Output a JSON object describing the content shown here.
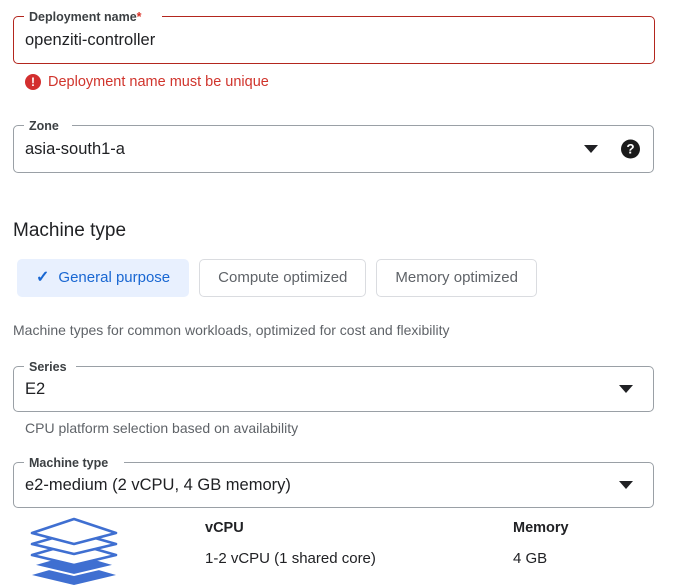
{
  "deployment_name": {
    "label": "Deployment name",
    "required_marker": "*",
    "value": "openziti-controller",
    "error": "Deployment name must be unique",
    "error_icon": "error-exclamation-icon"
  },
  "zone": {
    "label": "Zone",
    "value": "asia-south1-a",
    "caret_icon": "chevron-down-icon",
    "help_icon": "help-question-icon",
    "help_glyph": "?"
  },
  "machine_type_section": {
    "title": "Machine type",
    "tabs": [
      {
        "label": "General purpose",
        "selected": true,
        "check_icon": "check-icon",
        "check_glyph": "✓"
      },
      {
        "label": "Compute optimized",
        "selected": false
      },
      {
        "label": "Memory optimized",
        "selected": false
      }
    ],
    "tabs_helper": "Machine types for common workloads, optimized for cost and flexibility"
  },
  "series": {
    "label": "Series",
    "value": "E2",
    "caret_icon": "chevron-down-icon",
    "helper": "CPU platform selection based on availability"
  },
  "machine_type": {
    "label": "Machine type",
    "value": "e2-medium (2 vCPU, 4 GB memory)",
    "caret_icon": "chevron-down-icon"
  },
  "specs": {
    "icon": "machine-stack-icon",
    "columns": [
      {
        "header": "vCPU",
        "value": "1-2 vCPU (1 shared core)"
      },
      {
        "header": "Memory",
        "value": "4 GB"
      }
    ]
  },
  "colors": {
    "accent_blue": "#1967d2",
    "accent_blue_bg": "#e8f0fe",
    "error_red": "#d0342c",
    "error_border": "#b3261e",
    "border_grey": "#9aa0a6",
    "text_secondary": "#5f6368",
    "stack_blue": "#3f6fd1"
  }
}
